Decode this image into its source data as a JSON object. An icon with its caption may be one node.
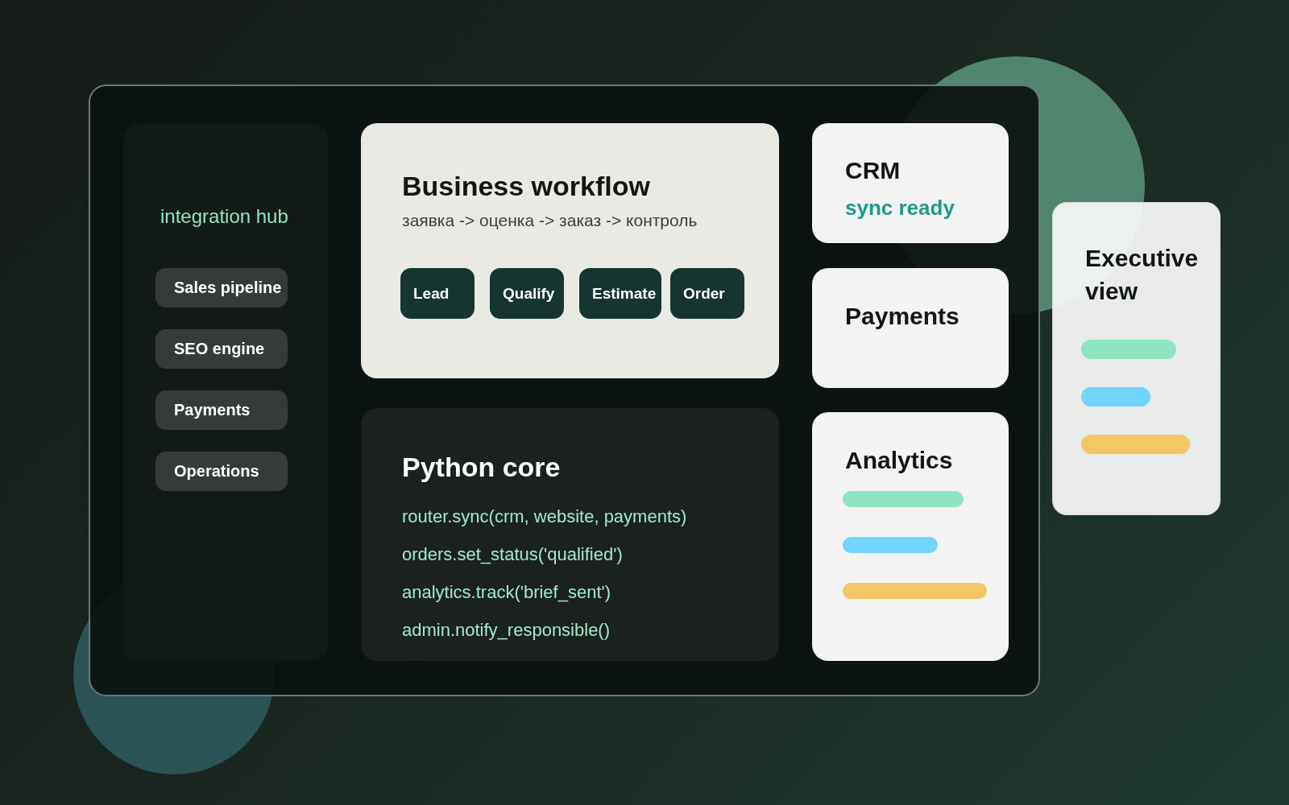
{
  "diagram": {
    "nodes": [
      {
        "text": [],
        "shape": "box"
      },
      {
        "text": [
          "integration hub"
        ],
        "in": 0
      },
      {
        "text": [
          "Sales pipeline"
        ],
        "in": 1
      },
      {
        "text": [
          "SEO engine"
        ],
        "in": 1
      },
      {
        "text": [
          "Payments"
        ],
        "in": 1
      },
      {
        "text": [
          "Operations"
        ],
        "in": 1
      },
      {
        "text": [
          "Business workflow",
          "заявка -> оценка -> заказ -> контроль"
        ],
        "in": 0
      },
      {
        "text": [
          "Lead"
        ],
        "in": 6
      },
      {
        "text": [
          "Qualify"
        ],
        "in": 6
      },
      {
        "text": [
          "Estimate"
        ],
        "in": 6
      },
      {
        "text": [
          "Order"
        ],
        "in": 6
      },
      {
        "text": [
          "Python core",
          "router.sync(crm, website, payments)",
          "orders.set_status('qualified')",
          "analytics.track('brief_sent')",
          "admin.notify_responsible()"
        ],
        "in": 0
      },
      {
        "text": [
          "CRM",
          "sync ready"
        ],
        "in": 0
      },
      {
        "text": [
          "Payments"
        ],
        "in": 0
      },
      {
        "text": [
          "Analytics"
        ],
        "in": 0
      },
      {
        "text": [
          "Executive view"
        ]
      }
    ]
  }
}
